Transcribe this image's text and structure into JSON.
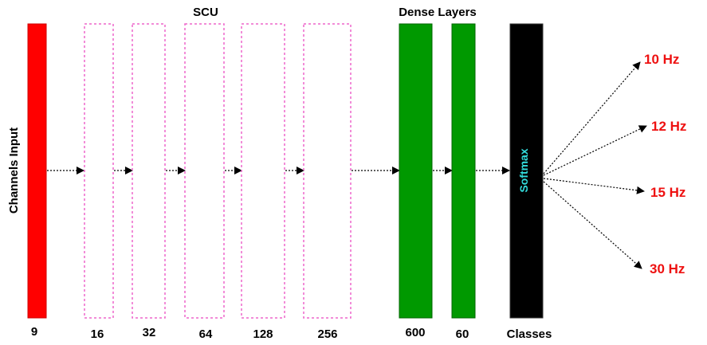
{
  "colors": {
    "input": "#ff0000",
    "scu_border": "#ee66cc",
    "dense": "#009900",
    "softmax_box": "#000000",
    "softmax_text": "#33dddd",
    "freq_text": "#ee1111",
    "arrow": "#000000"
  },
  "input": {
    "label": "Channels Input",
    "count": "9"
  },
  "scu": {
    "title": "SCU",
    "blocks": [
      {
        "count": "16"
      },
      {
        "count": "32"
      },
      {
        "count": "64"
      },
      {
        "count": "128"
      },
      {
        "count": "256"
      }
    ]
  },
  "dense": {
    "title": "Dense Layers",
    "blocks": [
      {
        "count": "600"
      },
      {
        "count": "60"
      }
    ]
  },
  "softmax": {
    "label": "Softmax",
    "count": "Classes"
  },
  "outputs": [
    {
      "label": "10 Hz"
    },
    {
      "label": "12 Hz"
    },
    {
      "label": "15 Hz"
    },
    {
      "label": "30 Hz"
    }
  ]
}
